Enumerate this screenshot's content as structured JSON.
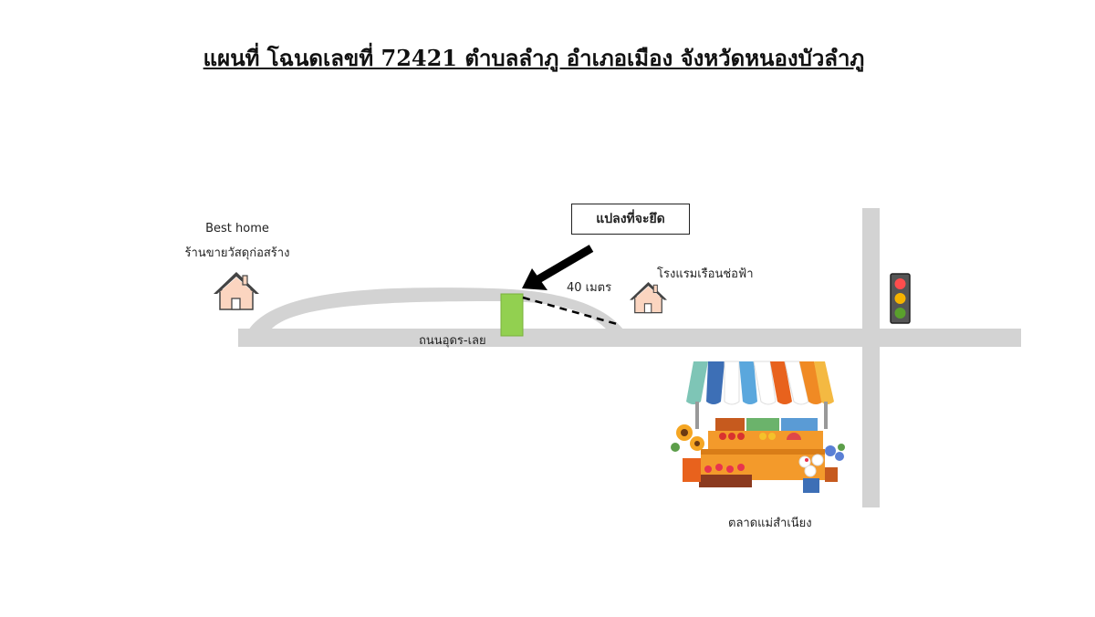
{
  "map": {
    "title": "แผนที่ โฉนดเลขที่ 72421 ตำบลลำภู อำเภอเมือง จังหวัดหนองบัวลำภู",
    "road_label": "ถนนอุดร-เลย",
    "plot_callout": "แปลงที่จะยึด",
    "distance_label": "40 เมตร",
    "colors": {
      "road": "#d3d3d3",
      "plot": "#92d050",
      "house_fill": "#fbd5c0",
      "house_stroke": "#444444",
      "arrow": "#000000",
      "traffic_red": "#ff4d4d",
      "traffic_yellow": "#f5b300",
      "traffic_green": "#5aa02c"
    },
    "landmarks": {
      "store": {
        "line1": "Best home",
        "line2": "ร้านขายวัสดุก่อสร้าง",
        "icon": "house-icon"
      },
      "hotel": {
        "name": "โรงแรมเรือนช่อฟ้า",
        "icon": "house-icon"
      },
      "market": {
        "name": "ตลาดแม่สำเนียง",
        "icon": "market-stall-icon"
      },
      "traffic_light": {
        "icon": "traffic-light-icon"
      }
    }
  }
}
